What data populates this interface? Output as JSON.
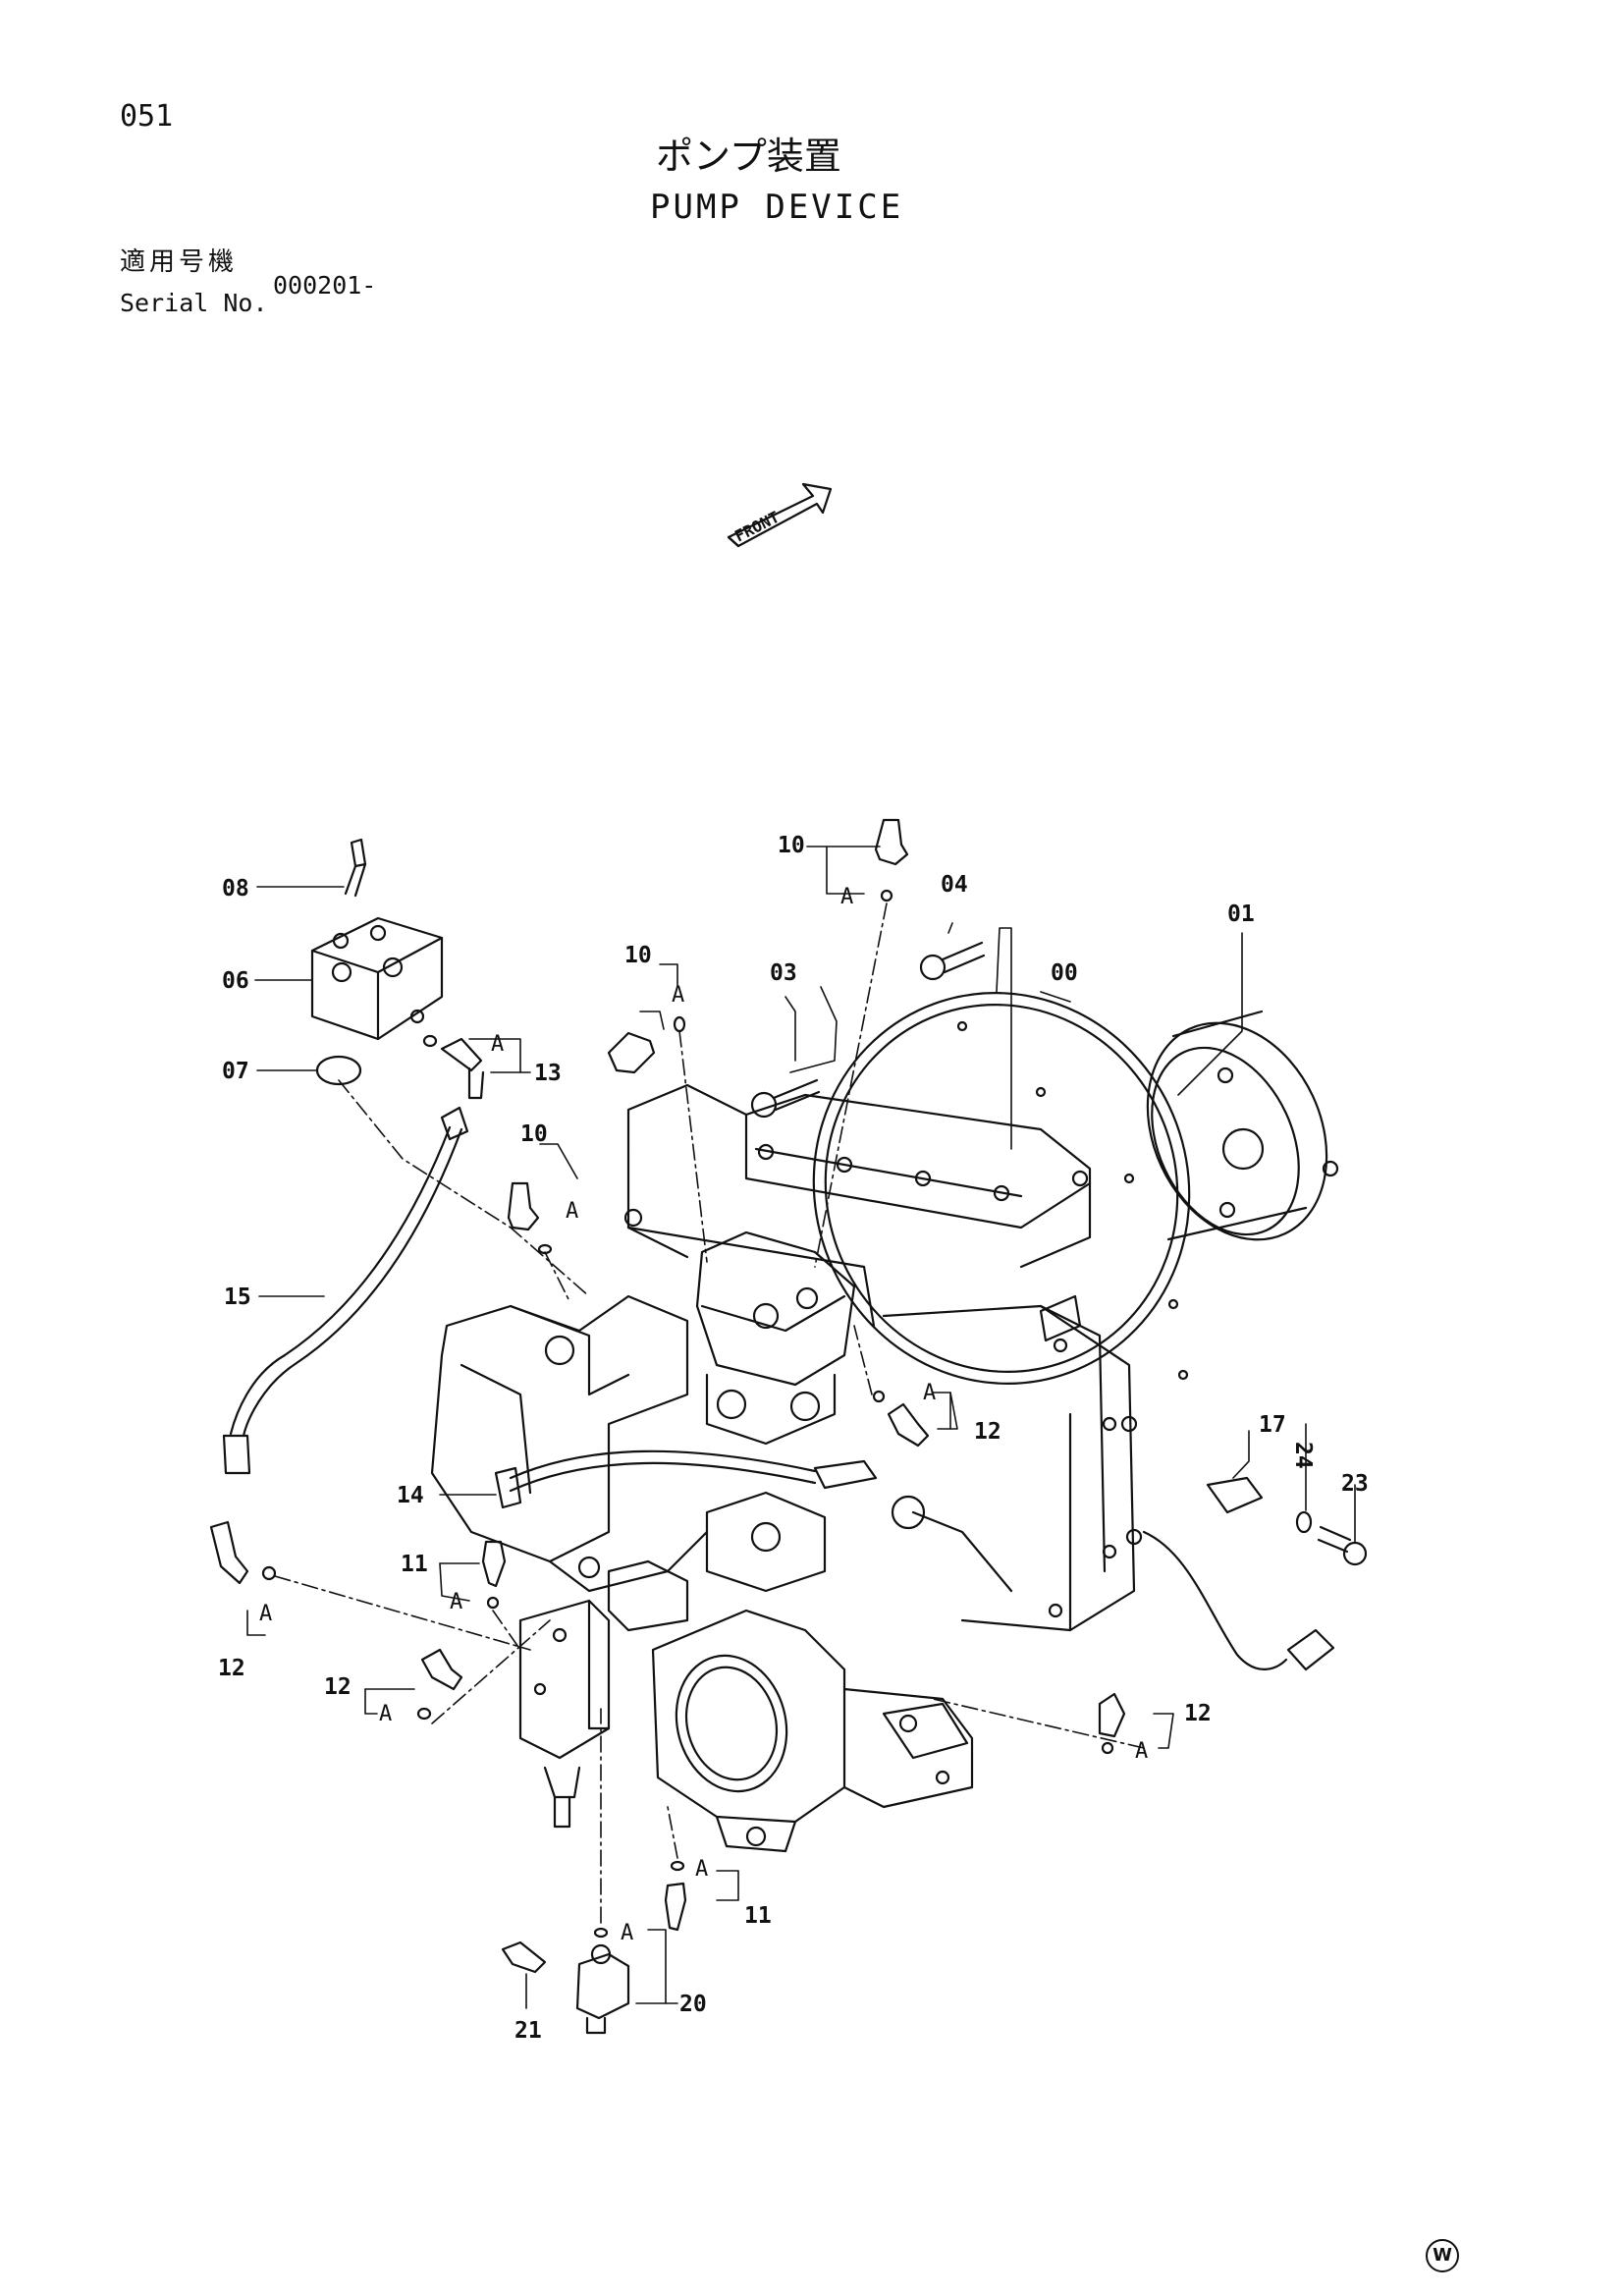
{
  "page_number": "051",
  "title_jp": "ポンプ装置",
  "title_en": "PUMP DEVICE",
  "serial_label_jp": "適用号機",
  "serial_label_en": "Serial No.",
  "serial_value": "000201-",
  "front_label": "FRONT",
  "corner_mark": "W",
  "callouts": {
    "c00": "00",
    "c01": "01",
    "c03": "03",
    "c04": "04",
    "c06": "06",
    "c07": "07",
    "c08": "08",
    "c10_top": "10",
    "c10_mid": "10",
    "c10_low": "10",
    "c11_left": "11",
    "c11_bottom": "11",
    "c12_right_upper": "12",
    "c12_left": "12",
    "c12_mid": "12",
    "c12_right_lower": "12",
    "c13": "13",
    "c14": "14",
    "c15": "15",
    "c17": "17",
    "c20": "20",
    "c21": "21",
    "c23": "23",
    "c24": "24"
  },
  "oring_marker": "A",
  "colors": {
    "ink": "#111111",
    "paper": "#ffffff"
  }
}
